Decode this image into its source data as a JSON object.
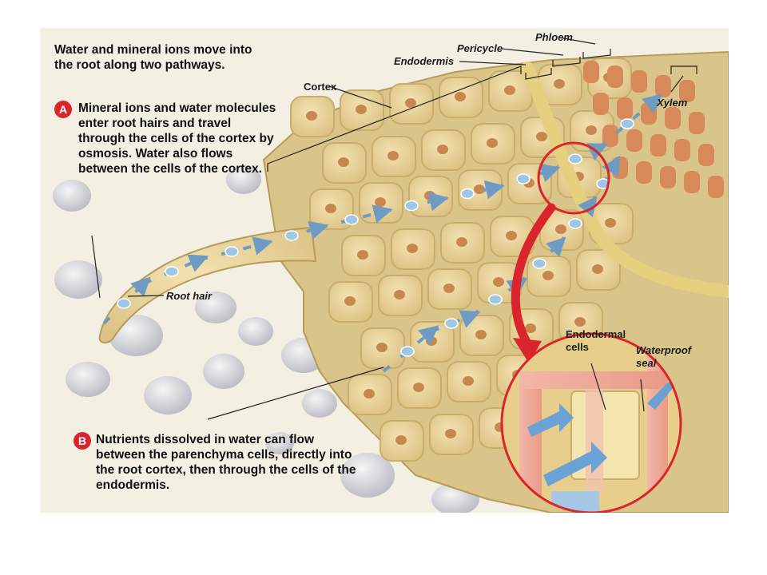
{
  "intro": "Water and mineral ions move into the root along two pathways.",
  "step_a": {
    "badge": "A",
    "text": "Mineral ions and water molecules enter root hairs and travel through the cells of the cortex by osmosis. Water also flows between the cells of the cortex."
  },
  "step_b": {
    "badge": "B",
    "text": "Nutrients dissolved in water can flow between the parenchyma cells, directly into the root cortex, then through the cells of the endodermis."
  },
  "labels": {
    "phloem": "Phloem",
    "pericycle": "Pericycle",
    "endodermis": "Endodermis",
    "cortex": "Cortex",
    "xylem": "Xylem",
    "root_hair": "Root hair",
    "endodermal_cells": "Endodermal cells",
    "waterproof_seal": "Waterproof seal"
  },
  "colors": {
    "cell_fill": "#e8d39a",
    "cell_edge": "#c9ad6a",
    "nucleus": "#c8874f",
    "water_path": "#9ec6e6",
    "highlight_red": "#d9252b",
    "xylem_fill": "#d8895a"
  }
}
